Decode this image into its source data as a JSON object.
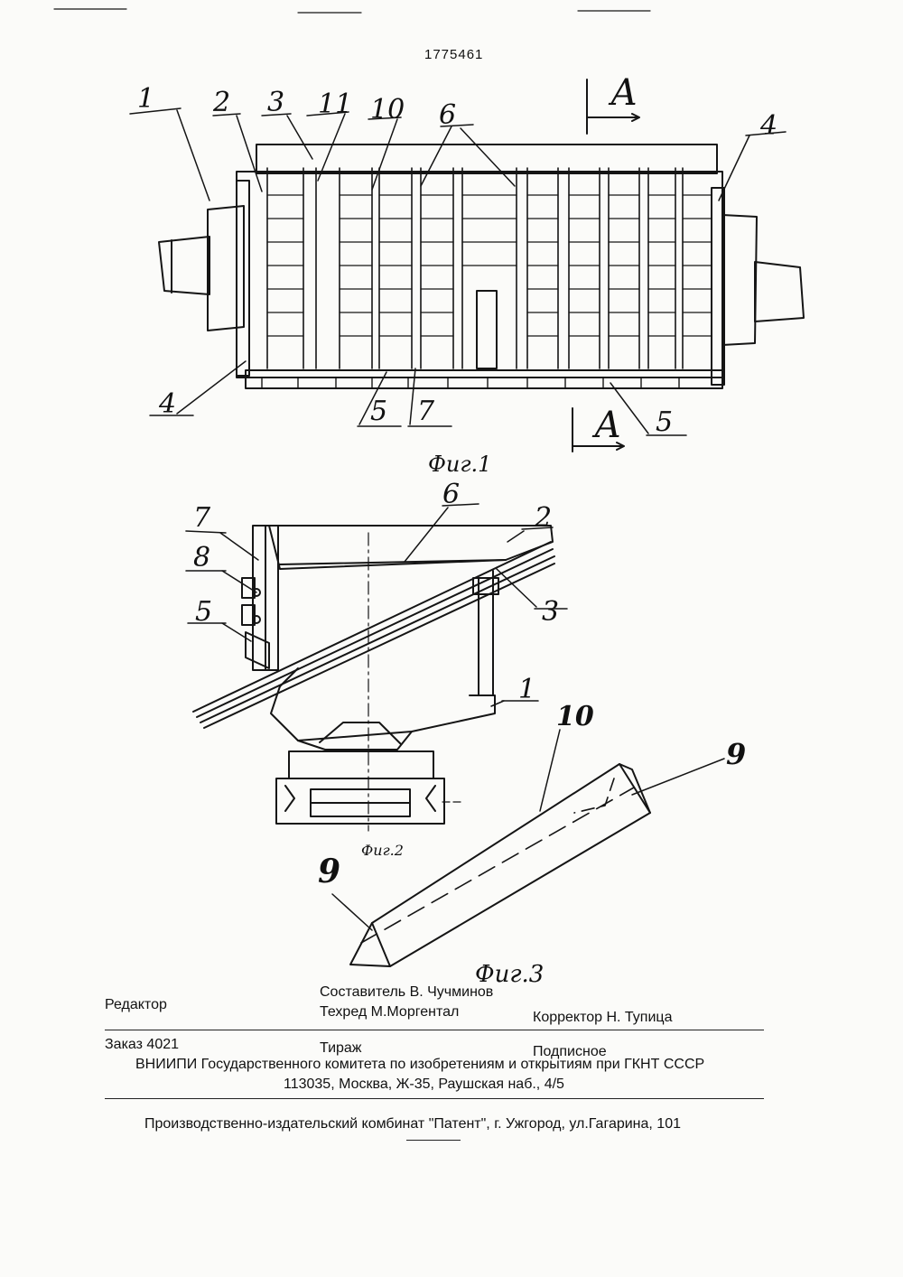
{
  "patent_number": "1775461",
  "figures": [
    {
      "caption": "Фиг.1",
      "section_marks": [
        "А",
        "А"
      ],
      "callouts": [
        "1",
        "2",
        "3",
        "11",
        "10",
        "6",
        "4",
        "4",
        "5",
        "7",
        "5"
      ]
    },
    {
      "caption": "Фиг.2",
      "callouts": [
        "7",
        "8",
        "5",
        "6",
        "2",
        "3",
        "1"
      ]
    },
    {
      "caption": "Фиг.3",
      "callouts": [
        "10",
        "9",
        "9"
      ]
    }
  ],
  "colophon": {
    "editor_label": "Редактор",
    "compiler": "Составитель  В. Чучминов",
    "techred": "Техред М.Моргентал",
    "corrector": "Корректор  Н. Тупица",
    "order": "Заказ 4021",
    "circulation": "Тираж",
    "subscription": "Подписное",
    "org_line1": "ВНИИПИ Государственного комитета по изобретениям и открытиям при ГКНТ СССР",
    "org_line2": "113035, Москва, Ж-35, Раушская наб., 4/5",
    "publisher": "Производственно-издательский комбинат \"Патент\", г. Ужгород, ул.Гагарина, 101"
  }
}
